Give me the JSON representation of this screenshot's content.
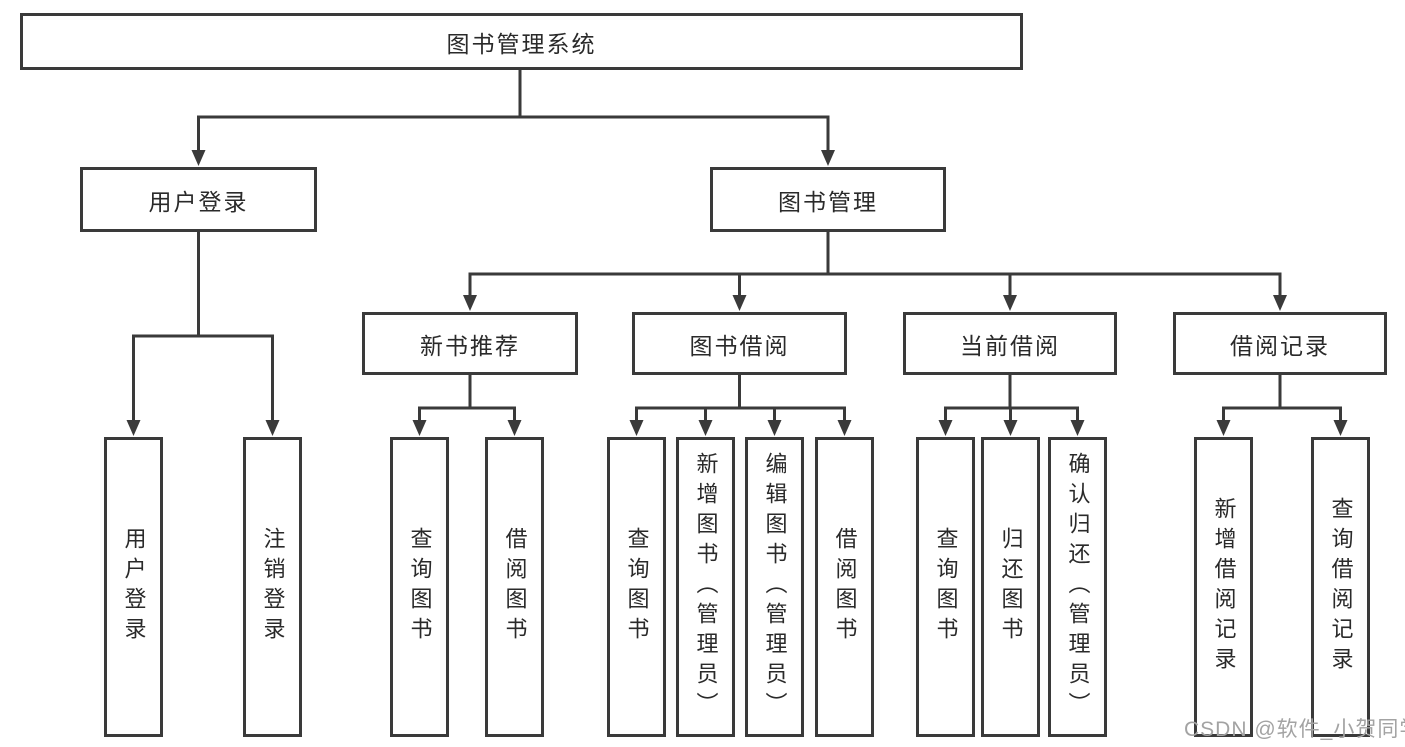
{
  "colors": {
    "line": "#3a3a3a",
    "border": "#3a3a3a",
    "text": "#2a2a2a",
    "watermark": "#a3a3a3",
    "background": "#ffffff"
  },
  "watermark": {
    "text": "CSDN @软件_小贺同学"
  },
  "tree": {
    "root": {
      "label": "图书管理系统",
      "children": [
        {
          "label": "用户登录",
          "children": [
            {
              "label": "用户登录"
            },
            {
              "label": "注销登录"
            }
          ]
        },
        {
          "label": "图书管理",
          "children": [
            {
              "label": "新书推荐",
              "children": [
                {
                  "label": "查询图书"
                },
                {
                  "label": "借阅图书"
                }
              ]
            },
            {
              "label": "图书借阅",
              "children": [
                {
                  "label": "查询图书"
                },
                {
                  "label": "新增图书（管理员）"
                },
                {
                  "label": "编辑图书（管理员）"
                },
                {
                  "label": "借阅图书"
                }
              ]
            },
            {
              "label": "当前借阅",
              "children": [
                {
                  "label": "查询图书"
                },
                {
                  "label": "归还图书"
                },
                {
                  "label": "确认归还（管理员）"
                }
              ]
            },
            {
              "label": "借阅记录",
              "children": [
                {
                  "label": "新增借阅记录"
                },
                {
                  "label": "查询借阅记录"
                }
              ]
            }
          ]
        }
      ]
    }
  }
}
